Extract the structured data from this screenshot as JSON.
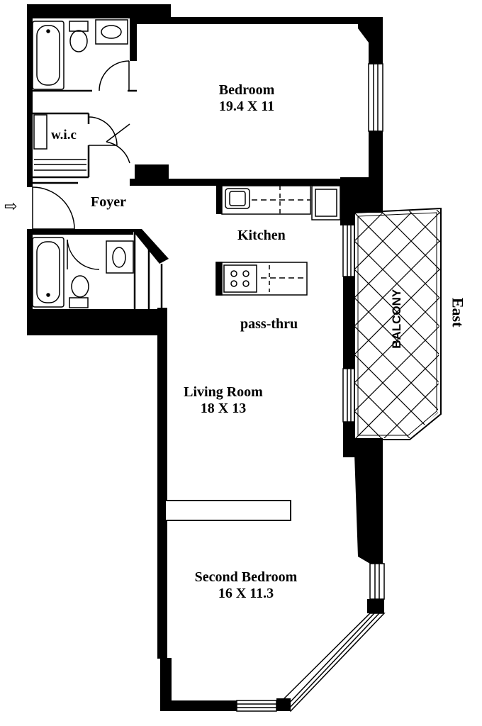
{
  "rooms": {
    "bedroom": {
      "name": "Bedroom",
      "size": "19.4 X 11"
    },
    "wic": {
      "name": "w.i.c"
    },
    "foyer": {
      "name": "Foyer"
    },
    "kitchen": {
      "name": "Kitchen"
    },
    "pass_thru": {
      "name": "pass-thru"
    },
    "living": {
      "name": "Living Room",
      "size": "18 X 13"
    },
    "second_bedroom": {
      "name": "Second Bedroom",
      "size": "16 X 11.3"
    },
    "balcony": {
      "name": "BALCONY"
    }
  },
  "orientation": {
    "east": "East"
  },
  "entry_arrow": "⇨",
  "colors": {
    "wall": "#000000",
    "background": "#ffffff",
    "fixture_line": "#000000"
  }
}
